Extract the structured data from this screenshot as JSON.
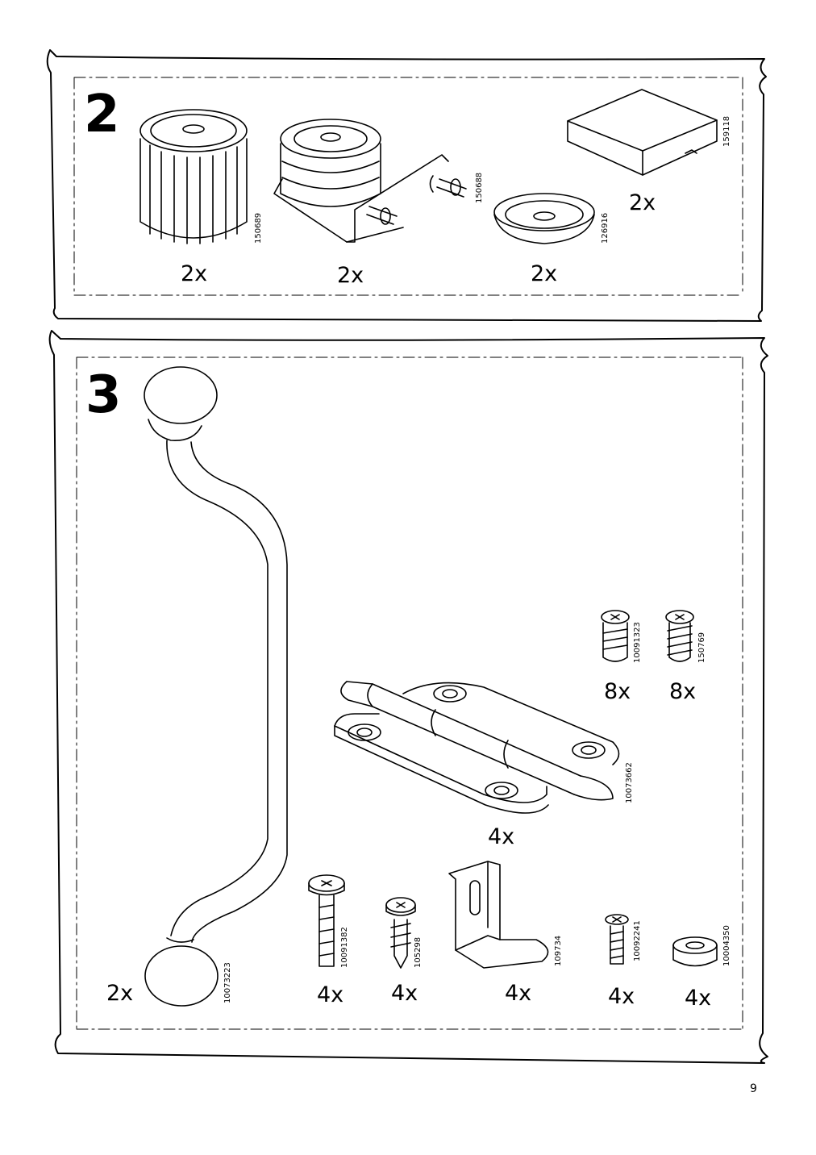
{
  "page": {
    "number": "9"
  },
  "steps": [
    {
      "number": "2",
      "parts": [
        {
          "name": "adjustable-foot",
          "code": "150689",
          "qty": "2x"
        },
        {
          "name": "foot-bracket",
          "code": "150688",
          "qty": "2x"
        },
        {
          "name": "washer-cap",
          "code": "126916",
          "qty": "2x"
        },
        {
          "name": "pad-block",
          "code": "159118",
          "qty": "2x"
        }
      ]
    },
    {
      "number": "3",
      "parts": [
        {
          "name": "handle",
          "code": "10073223",
          "qty": "2x"
        },
        {
          "name": "bolt",
          "code": "10091382",
          "qty": "4x"
        },
        {
          "name": "wood-screw",
          "code": "105298",
          "qty": "4x"
        },
        {
          "name": "angle-bracket",
          "code": "109734",
          "qty": "4x"
        },
        {
          "name": "machine-screw",
          "code": "10092241",
          "qty": "4x"
        },
        {
          "name": "spacer-ring",
          "code": "10004350",
          "qty": "4x"
        },
        {
          "name": "hinge",
          "code": "10073662",
          "qty": "4x"
        },
        {
          "name": "euro-screw-a",
          "code": "10091323",
          "qty": "8x"
        },
        {
          "name": "euro-screw-b",
          "code": "150769",
          "qty": "8x"
        }
      ]
    }
  ]
}
